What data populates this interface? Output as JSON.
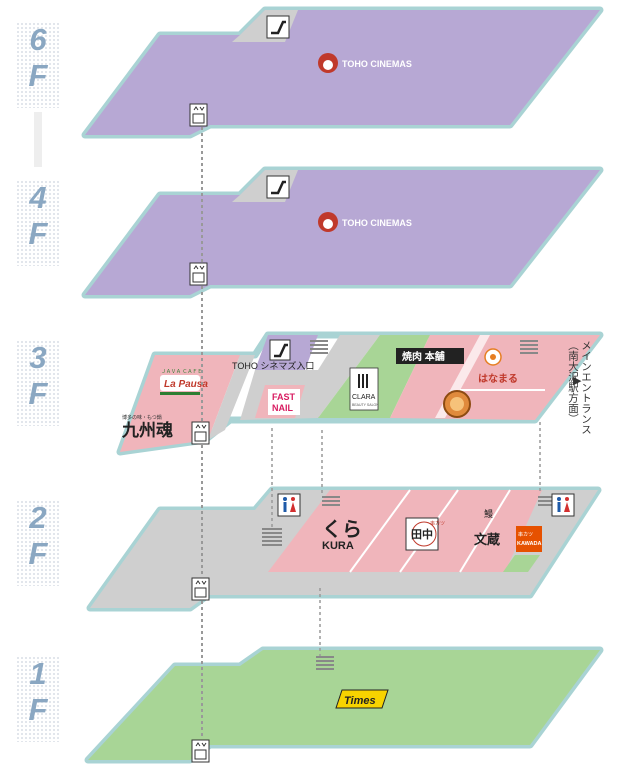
{
  "floors": [
    {
      "id": "6f",
      "num": "6",
      "letter": "F"
    },
    {
      "id": "4f",
      "num": "4",
      "letter": "F"
    },
    {
      "id": "3f",
      "num": "3",
      "letter": "F"
    },
    {
      "id": "2f",
      "num": "2",
      "letter": "F"
    },
    {
      "id": "1f",
      "num": "1",
      "letter": "F"
    }
  ],
  "shops": {
    "toho_6f": "TOHO CINEMAS",
    "toho_4f": "TOHO CINEMAS",
    "la_pausa_small": "ＪＡＶＡ ＣＡＦＥ",
    "la_pausa": "La Pausa",
    "kyushu_small": "博多の味・もつ鍋",
    "kyushu": "九州魂",
    "fast_nail_1": "FAST",
    "fast_nail_2": "NAIL",
    "clara": "CLARA",
    "clara_sub": "BEAUTY SALON",
    "yakiniku": "焼肉 本舗",
    "hana": "はなまる",
    "kura_kana": "くら",
    "kura": "KURA",
    "tanaka": "田中",
    "tanaka_sub": "串カツ",
    "bunzo_1": "鰻",
    "bunzo_2": "文蔵",
    "kawada_1": "串カツ",
    "kawada_2": "KAWADA",
    "times": "Times"
  },
  "labels": {
    "toho_entrance": "TOHO シネマズ入口",
    "main_entrance": "メインエントランス（南大沢駅方面）",
    "arrow": "▶"
  },
  "colors": {
    "purple": "#b7a8d4",
    "pink": "#f0b5bb",
    "green": "#a8d596",
    "gray": "#cfcfcf",
    "border": "#a9d3d4"
  }
}
